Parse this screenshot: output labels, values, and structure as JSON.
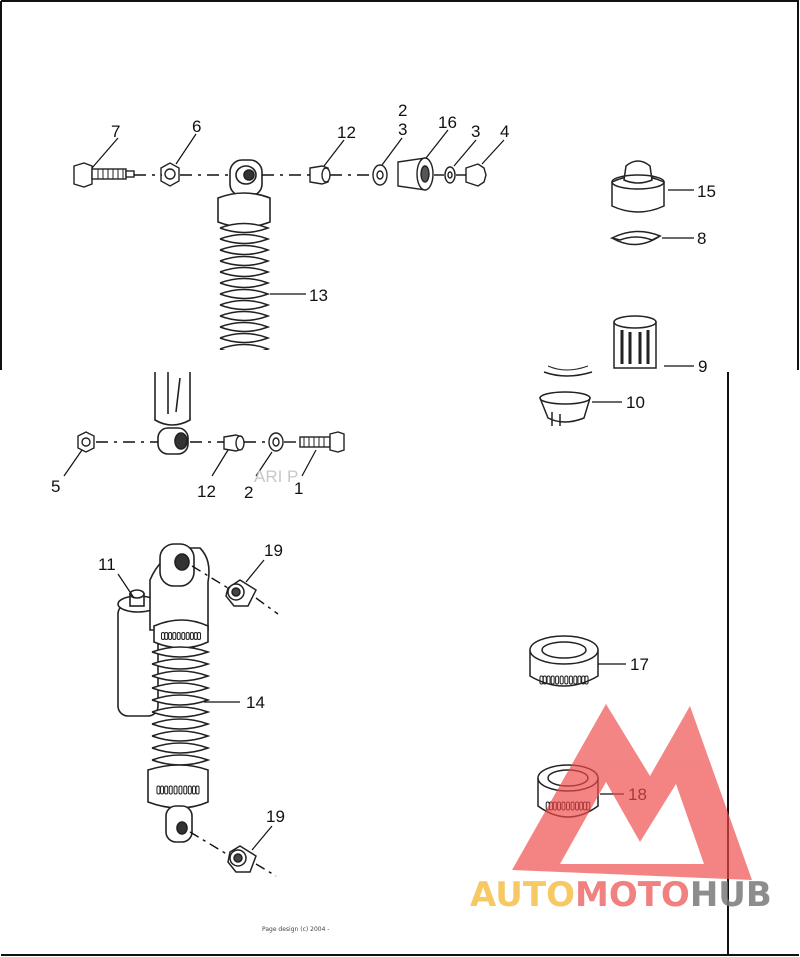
{
  "callouts": [
    {
      "id": "c7",
      "text": "7"
    },
    {
      "id": "c6",
      "text": "6"
    },
    {
      "id": "c12a",
      "text": "12"
    },
    {
      "id": "c2a",
      "text": "2"
    },
    {
      "id": "c3a",
      "text": "3"
    },
    {
      "id": "c16",
      "text": "16"
    },
    {
      "id": "c3b",
      "text": "3"
    },
    {
      "id": "c4",
      "text": "4"
    },
    {
      "id": "c15",
      "text": "15"
    },
    {
      "id": "c8",
      "text": "8"
    },
    {
      "id": "c13",
      "text": "13"
    },
    {
      "id": "c9",
      "text": "9"
    },
    {
      "id": "c10",
      "text": "10"
    },
    {
      "id": "c5",
      "text": "5"
    },
    {
      "id": "c12b",
      "text": "12"
    },
    {
      "id": "c2b",
      "text": "2"
    },
    {
      "id": "c1",
      "text": "1"
    },
    {
      "id": "c11",
      "text": "11"
    },
    {
      "id": "c19a",
      "text": "19"
    },
    {
      "id": "c14",
      "text": "14"
    },
    {
      "id": "c17",
      "text": "17"
    },
    {
      "id": "c18",
      "text": "18"
    },
    {
      "id": "c19b",
      "text": "19"
    }
  ],
  "faint_stamp": "ARI P",
  "page_credit": "Page design (c) 2004 - ",
  "watermark": {
    "parts": [
      "AUTO",
      "MOTO",
      "HUB"
    ],
    "colors": [
      "#f5c04a",
      "#ef6b6b",
      "#7a7a7a"
    ],
    "logo_color": "#ef4b4b"
  }
}
